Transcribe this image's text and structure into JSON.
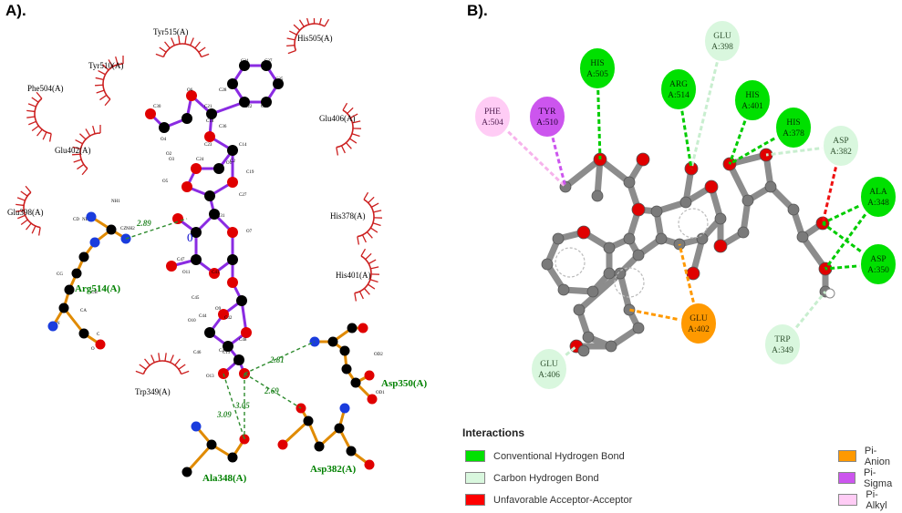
{
  "panels": {
    "a_label": "A).",
    "b_label": "B)."
  },
  "panel_a": {
    "hydrophobic": [
      {
        "name": "Tyr515(A)"
      },
      {
        "name": "His505(A)"
      },
      {
        "name": "Tyr510(A)"
      },
      {
        "name": "Phe504(A)"
      },
      {
        "name": "Glu406(A)"
      },
      {
        "name": "Glu402(A)"
      },
      {
        "name": "Glu398(A)"
      },
      {
        "name": "His378(A)"
      },
      {
        "name": "His401(A)"
      },
      {
        "name": "Trp349(A)"
      }
    ],
    "residues": [
      {
        "name": "Arg514(A)",
        "color": "#008000"
      },
      {
        "name": "Asp350(A)",
        "color": "#008000"
      },
      {
        "name": "Ala348(A)",
        "color": "#008000"
      },
      {
        "name": "Asp382(A)",
        "color": "#008000"
      }
    ],
    "hbond_distances": [
      "2.89",
      "2.81",
      "2.69",
      "3.05",
      "3.09"
    ],
    "ligand_label": "0",
    "atom_labels": [
      "C34",
      "C37",
      "C28",
      "O6",
      "C35",
      "C22",
      "C29",
      "C30",
      "C21",
      "C18",
      "O4",
      "C36",
      "O2",
      "C23",
      "C14",
      "C24",
      "O3",
      "C2",
      "O1",
      "C19",
      "O5",
      "C27",
      "C31",
      "O7",
      "C47",
      "O11",
      "C41",
      "C45",
      "O10",
      "O9",
      "C44",
      "C42",
      "C46",
      "C43",
      "O13",
      "O12",
      "C13",
      "C48",
      "NH1",
      "CZ",
      "NH2",
      "CD",
      "NE",
      "CG",
      "CB",
      "CA",
      "N",
      "C",
      "O",
      "OD2",
      "OD1"
    ]
  },
  "panel_b": {
    "residues": [
      {
        "name": "GLU\nA:398",
        "type": "carbon"
      },
      {
        "name": "HIS\nA:505",
        "type": "conventional"
      },
      {
        "name": "ARG\nA:514",
        "type": "conventional"
      },
      {
        "name": "HIS\nA:401",
        "type": "conventional"
      },
      {
        "name": "HIS\nA:378",
        "type": "conventional"
      },
      {
        "name": "PHE\nA:504",
        "type": "pi_alkyl"
      },
      {
        "name": "TYR\nA:510",
        "type": "pi_sigma"
      },
      {
        "name": "ASP\nA:382",
        "type": "carbon"
      },
      {
        "name": "ALA\nA:348",
        "type": "conventional"
      },
      {
        "name": "ASP\nA:350",
        "type": "conventional"
      },
      {
        "name": "GLU\nA:402",
        "type": "pi_anion"
      },
      {
        "name": "GLU\nA:406",
        "type": "carbon"
      },
      {
        "name": "TRP\nA:349",
        "type": "carbon"
      }
    ]
  },
  "legend": {
    "title": "Interactions",
    "items": [
      {
        "label": "Conventional Hydrogen Bond",
        "color": "#00e100"
      },
      {
        "label": "Carbon Hydrogen Bond",
        "color": "#d9f7de"
      },
      {
        "label": "Unfavorable Acceptor-Acceptor",
        "color": "#ff0000"
      },
      {
        "label": "Pi-Anion",
        "color": "#ff9900"
      },
      {
        "label": "Pi-Sigma",
        "color": "#cc55ee"
      },
      {
        "label": "Pi-Alkyl",
        "color": "#ffccf5"
      }
    ]
  }
}
